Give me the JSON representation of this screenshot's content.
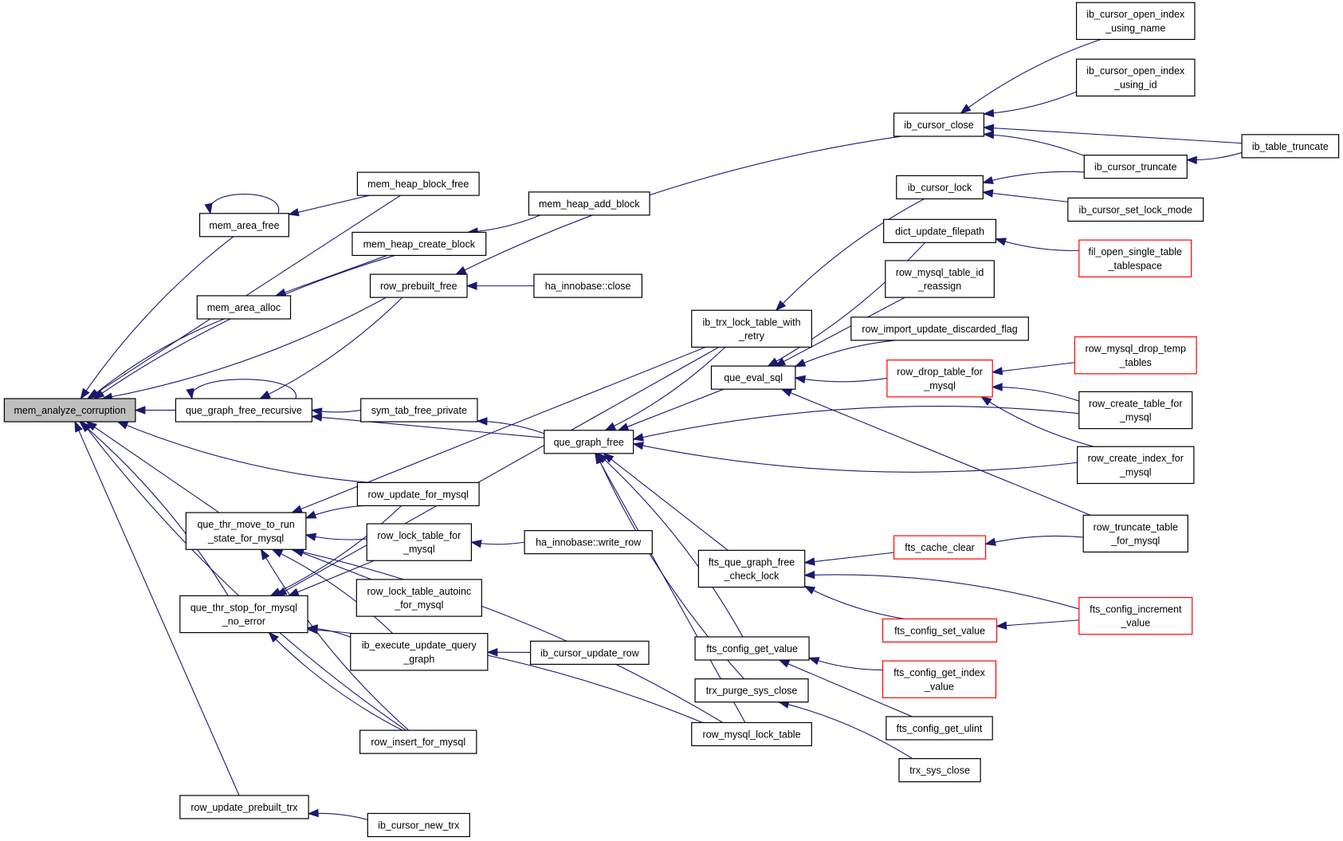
{
  "nodes": [
    {
      "id": "root",
      "lines": [
        "mem_analyze_corruption"
      ],
      "root": true
    },
    {
      "id": "heapblockfree",
      "lines": [
        "mem_heap_block_free"
      ]
    },
    {
      "id": "areafree",
      "lines": [
        "mem_area_free"
      ]
    },
    {
      "id": "heapcreate",
      "lines": [
        "mem_heap_create_block"
      ]
    },
    {
      "id": "heapadd",
      "lines": [
        "mem_heap_add_block"
      ]
    },
    {
      "id": "areaalloc",
      "lines": [
        "mem_area_alloc"
      ]
    },
    {
      "id": "prebuiltfree",
      "lines": [
        "row_prebuilt_free"
      ]
    },
    {
      "id": "hclose",
      "lines": [
        "ha_innobase::close"
      ]
    },
    {
      "id": "qgfr",
      "lines": [
        "que_graph_free_recursive"
      ]
    },
    {
      "id": "symtab",
      "lines": [
        "sym_tab_free_private"
      ]
    },
    {
      "id": "qgf",
      "lines": [
        "que_graph_free"
      ]
    },
    {
      "id": "updmysql",
      "lines": [
        "row_update_for_mysql"
      ]
    },
    {
      "id": "qtmove",
      "lines": [
        "que_thr_move_to_run",
        "_state_for_mysql"
      ]
    },
    {
      "id": "locktbl",
      "lines": [
        "row_lock_table_for",
        "_mysql"
      ]
    },
    {
      "id": "writerow",
      "lines": [
        "ha_innobase::write_row"
      ]
    },
    {
      "id": "lockauto",
      "lines": [
        "row_lock_table_autoinc",
        "_for_mysql"
      ]
    },
    {
      "id": "qtstop",
      "lines": [
        "que_thr_stop_for_mysql",
        "_no_error"
      ]
    },
    {
      "id": "ibexec",
      "lines": [
        "ib_execute_update_query",
        "_graph"
      ]
    },
    {
      "id": "ibupdrow",
      "lines": [
        "ib_cursor_update_row"
      ]
    },
    {
      "id": "insmysql",
      "lines": [
        "row_insert_for_mysql"
      ]
    },
    {
      "id": "updprebuilt",
      "lines": [
        "row_update_prebuilt_trx"
      ]
    },
    {
      "id": "ibnewtrx",
      "lines": [
        "ib_cursor_new_trx"
      ]
    },
    {
      "id": "ibtrxlock",
      "lines": [
        "ib_trx_lock_table_with",
        "_retry"
      ]
    },
    {
      "id": "qeval",
      "lines": [
        "que_eval_sql"
      ]
    },
    {
      "id": "ftsqg",
      "lines": [
        "fts_que_graph_free",
        "_check_lock"
      ]
    },
    {
      "id": "ftscfgget",
      "lines": [
        "fts_config_get_value"
      ]
    },
    {
      "id": "trxpurge",
      "lines": [
        "trx_purge_sys_close"
      ]
    },
    {
      "id": "rowmlock",
      "lines": [
        "row_mysql_lock_table"
      ]
    },
    {
      "id": "ibclose",
      "lines": [
        "ib_cursor_close"
      ]
    },
    {
      "id": "ibopenname",
      "lines": [
        "ib_cursor_open_index",
        "_using_name"
      ]
    },
    {
      "id": "ibopenid",
      "lines": [
        "ib_cursor_open_index",
        "_using_id"
      ]
    },
    {
      "id": "ibtabletrunc",
      "lines": [
        "ib_table_truncate"
      ]
    },
    {
      "id": "ibcursortrunc",
      "lines": [
        "ib_cursor_truncate"
      ]
    },
    {
      "id": "iblock",
      "lines": [
        "ib_cursor_lock"
      ]
    },
    {
      "id": "ibsetlock",
      "lines": [
        "ib_cursor_set_lock_mode"
      ]
    },
    {
      "id": "dictupd",
      "lines": [
        "dict_update_filepath"
      ]
    },
    {
      "id": "filopen",
      "lines": [
        "fil_open_single_table",
        "_tablespace"
      ],
      "red": true
    },
    {
      "id": "rowreassign",
      "lines": [
        "row_mysql_table_id",
        "_reassign"
      ]
    },
    {
      "id": "rowimport",
      "lines": [
        "row_import_update_discarded_flag"
      ]
    },
    {
      "id": "rowdrop",
      "lines": [
        "row_drop_table_for",
        "_mysql"
      ],
      "red": true
    },
    {
      "id": "rowdroptemp",
      "lines": [
        "row_mysql_drop_temp",
        "_tables"
      ],
      "red": true
    },
    {
      "id": "rowcreatetbl",
      "lines": [
        "row_create_table_for",
        "_mysql"
      ]
    },
    {
      "id": "rowcreateidx",
      "lines": [
        "row_create_index_for",
        "_mysql"
      ]
    },
    {
      "id": "rowtrunc",
      "lines": [
        "row_truncate_table",
        "_for_mysql"
      ]
    },
    {
      "id": "ftscache",
      "lines": [
        "fts_cache_clear"
      ],
      "red": true
    },
    {
      "id": "ftscfgset",
      "lines": [
        "fts_config_set_value"
      ],
      "red": true
    },
    {
      "id": "ftscfginc",
      "lines": [
        "fts_config_increment",
        "_value"
      ],
      "red": true
    },
    {
      "id": "ftscfgidx",
      "lines": [
        "fts_config_get_index",
        "_value"
      ],
      "red": true
    },
    {
      "id": "ftscfguint",
      "lines": [
        "fts_config_get_ulint"
      ]
    },
    {
      "id": "trxsysclose",
      "lines": [
        "trx_sys_close"
      ]
    }
  ],
  "edges": [
    [
      "heapblockfree",
      "root"
    ],
    [
      "areafree",
      "root"
    ],
    [
      "areafree",
      "areafree"
    ],
    [
      "heapblockfree",
      "areafree"
    ],
    [
      "heapcreate",
      "root"
    ],
    [
      "heapadd",
      "heapcreate"
    ],
    [
      "heapcreate",
      "areaalloc"
    ],
    [
      "areaalloc",
      "root"
    ],
    [
      "prebuiltfree",
      "root"
    ],
    [
      "hclose",
      "prebuiltfree"
    ],
    [
      "ibclose",
      "prebuiltfree"
    ],
    [
      "prebuiltfree",
      "qgfr"
    ],
    [
      "qgfr",
      "root"
    ],
    [
      "qgfr",
      "qgfr"
    ],
    [
      "symtab",
      "qgfr"
    ],
    [
      "qgf",
      "qgfr"
    ],
    [
      "qgf",
      "symtab"
    ],
    [
      "updmysql",
      "root"
    ],
    [
      "qtmove",
      "root"
    ],
    [
      "qtstop",
      "root"
    ],
    [
      "insmysql",
      "root"
    ],
    [
      "updprebuilt",
      "root"
    ],
    [
      "updmysql",
      "qtmove"
    ],
    [
      "locktbl",
      "qtmove"
    ],
    [
      "lockauto",
      "qtmove"
    ],
    [
      "ibexec",
      "qtmove"
    ],
    [
      "insmysql",
      "qtmove"
    ],
    [
      "ibtrxlock",
      "qtmove"
    ],
    [
      "rowmlock",
      "qtmove"
    ],
    [
      "updmysql",
      "qtstop"
    ],
    [
      "locktbl",
      "qtstop"
    ],
    [
      "ibexec",
      "qtstop"
    ],
    [
      "insmysql",
      "qtstop"
    ],
    [
      "ibtrxlock",
      "qtstop"
    ],
    [
      "rowmlock",
      "qtstop"
    ],
    [
      "writerow",
      "locktbl"
    ],
    [
      "ibupdrow",
      "ibexec"
    ],
    [
      "ibnewtrx",
      "updprebuilt"
    ],
    [
      "ibtrxlock",
      "qgf"
    ],
    [
      "qeval",
      "qgf"
    ],
    [
      "rowcreatetbl",
      "qgf"
    ],
    [
      "rowcreateidx",
      "qgf"
    ],
    [
      "ftsqg",
      "qgf"
    ],
    [
      "ftscfgget",
      "qgf"
    ],
    [
      "trxpurge",
      "qgf"
    ],
    [
      "rowmlock",
      "qgf"
    ],
    [
      "iblock",
      "ibtrxlock"
    ],
    [
      "dictupd",
      "qeval"
    ],
    [
      "rowreassign",
      "qeval"
    ],
    [
      "rowimport",
      "qeval"
    ],
    [
      "rowdrop",
      "qeval"
    ],
    [
      "rowtrunc",
      "qeval"
    ],
    [
      "ibopenname",
      "ibclose"
    ],
    [
      "ibopenid",
      "ibclose"
    ],
    [
      "ibtabletrunc",
      "ibclose"
    ],
    [
      "ibcursortrunc",
      "ibclose"
    ],
    [
      "ibtabletrunc",
      "ibcursortrunc"
    ],
    [
      "ibsetlock",
      "iblock"
    ],
    [
      "ibcursortrunc",
      "iblock"
    ],
    [
      "filopen",
      "dictupd"
    ],
    [
      "rowdroptemp",
      "rowdrop"
    ],
    [
      "rowcreatetbl",
      "rowdrop"
    ],
    [
      "rowcreateidx",
      "rowdrop"
    ],
    [
      "ftscache",
      "ftsqg"
    ],
    [
      "ftscfginc",
      "ftsqg"
    ],
    [
      "ftscfgset",
      "ftsqg"
    ],
    [
      "ftscfginc",
      "ftscfgset"
    ],
    [
      "rowtrunc",
      "ftscache"
    ],
    [
      "ftscfgidx",
      "ftscfgget"
    ],
    [
      "ftscfguint",
      "ftscfgget"
    ],
    [
      "trxsysclose",
      "trxpurge"
    ]
  ]
}
